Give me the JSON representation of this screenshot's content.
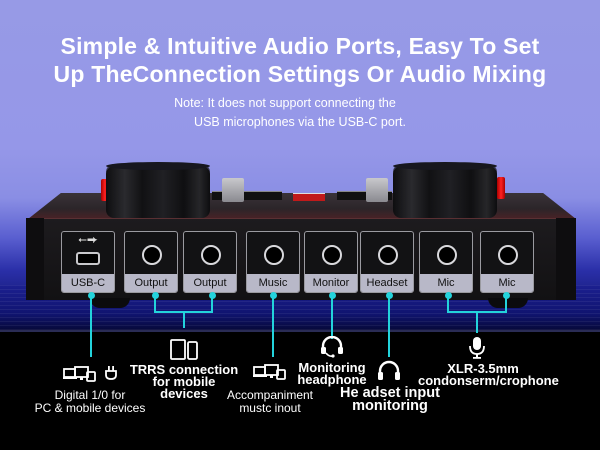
{
  "header": {
    "title_line1": "Simple & Intuitive Audio Ports, Easy To Set",
    "title_line2": "Up TheConnection Settings Or Audio Mixing",
    "note_line1": "Note: It does not support connecting the",
    "note_line2": "USB microphones via the USB-C port."
  },
  "ports": [
    {
      "label": "USB-C",
      "type": "usb"
    },
    {
      "label": "Output",
      "type": "jack"
    },
    {
      "label": "Output",
      "type": "jack"
    },
    {
      "label": "Music",
      "type": "jack"
    },
    {
      "label": "Monitor",
      "type": "jack"
    },
    {
      "label": "Headset",
      "type": "jack"
    },
    {
      "label": "Mic",
      "type": "jack"
    },
    {
      "label": "Mic",
      "type": "jack"
    }
  ],
  "annotations": {
    "usb": {
      "line1": "Digital 1/0 for",
      "line2": "PC & mobile devices",
      "icon": "computer-devices-icon, plug-icon"
    },
    "output": {
      "line1": "TRRS connection",
      "line2": "for mobile devices",
      "icon": "tablet-phone-icon"
    },
    "music": {
      "line1": "Accompaniment",
      "line2": "mustc inout",
      "icon": "computer-devices-icon"
    },
    "monitor": {
      "line1": "Monitoring",
      "line2": "headphone",
      "icon": "headset-mic-icon"
    },
    "headset": {
      "line1": "He adset input",
      "line2": "monitoring",
      "icon": "headphones-icon"
    },
    "mic": {
      "line1": "XLR-3.5mm",
      "line2": "condonserm/crophone",
      "icon": "microphone-icon"
    }
  },
  "colors": {
    "background_top": "#979ae6",
    "connector": "#23d3dc",
    "label_bg": "#b8b8c8",
    "knob_accent": "#e02020"
  }
}
